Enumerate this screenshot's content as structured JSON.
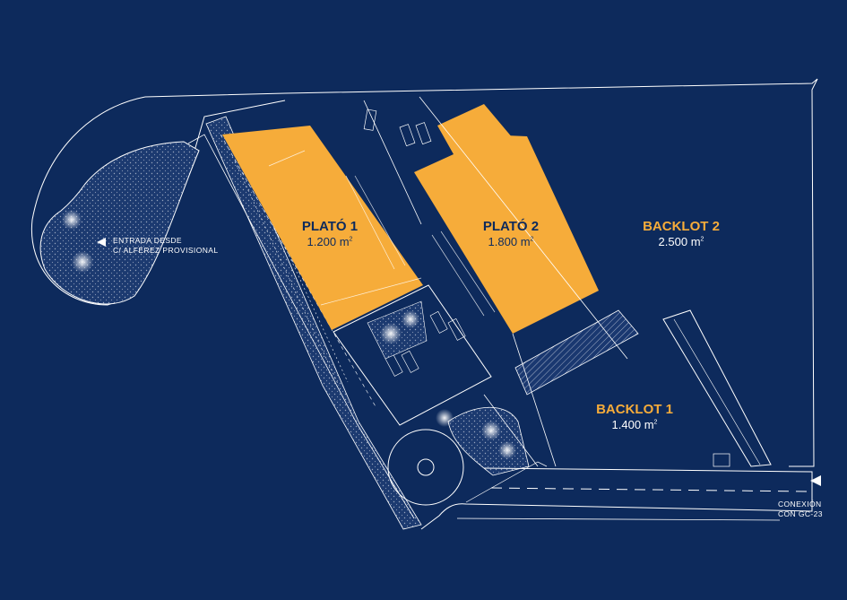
{
  "colors": {
    "background": "#0d2a5c",
    "building": "#f6ac3a",
    "lines": "#ffffff",
    "backlot_label": "#f6ac3a"
  },
  "areas": {
    "plato1": {
      "name": "PLATÓ 1",
      "area": "1.200 m",
      "unit_exp": "2"
    },
    "plato2": {
      "name": "PLATÓ 2",
      "area": "1.800 m",
      "unit_exp": "2"
    },
    "backlot2": {
      "name": "BACKLOT 2",
      "area": "2.500 m",
      "unit_exp": "2"
    },
    "backlot1": {
      "name": "BACKLOT 1",
      "area": "1.400 m",
      "unit_exp": "2"
    }
  },
  "annotations": {
    "entrance_line1": "ENTRADA DESDE",
    "entrance_line2": "C/ ALFÉREZ PROVISIONAL",
    "connection_line1": "CONEXIÓN",
    "connection_line2": "CON GC-23"
  },
  "icons": {
    "entrance_arrow": "arrow-left-icon",
    "connection_arrow": "arrow-left-icon",
    "trees": "palm-tree-icon"
  }
}
